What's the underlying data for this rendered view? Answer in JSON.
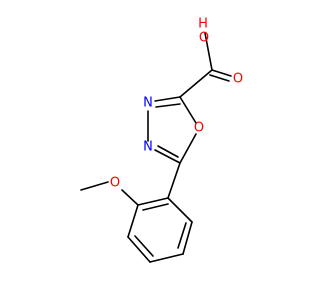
{
  "molecule": {
    "atom_labels": {
      "hydroxyl_oxygen": "O",
      "hydroxyl_hydrogen": "H",
      "carbonyl_oxygen": "O",
      "ring_nitrogen_1": "N",
      "ring_nitrogen_2": "N",
      "ring_oxygen": "O",
      "methoxy_oxygen": "O"
    },
    "colors": {
      "bond": "#000000",
      "oxygen": "#ff0000",
      "nitrogen": "#0000ff",
      "background": "#ffffff"
    }
  }
}
